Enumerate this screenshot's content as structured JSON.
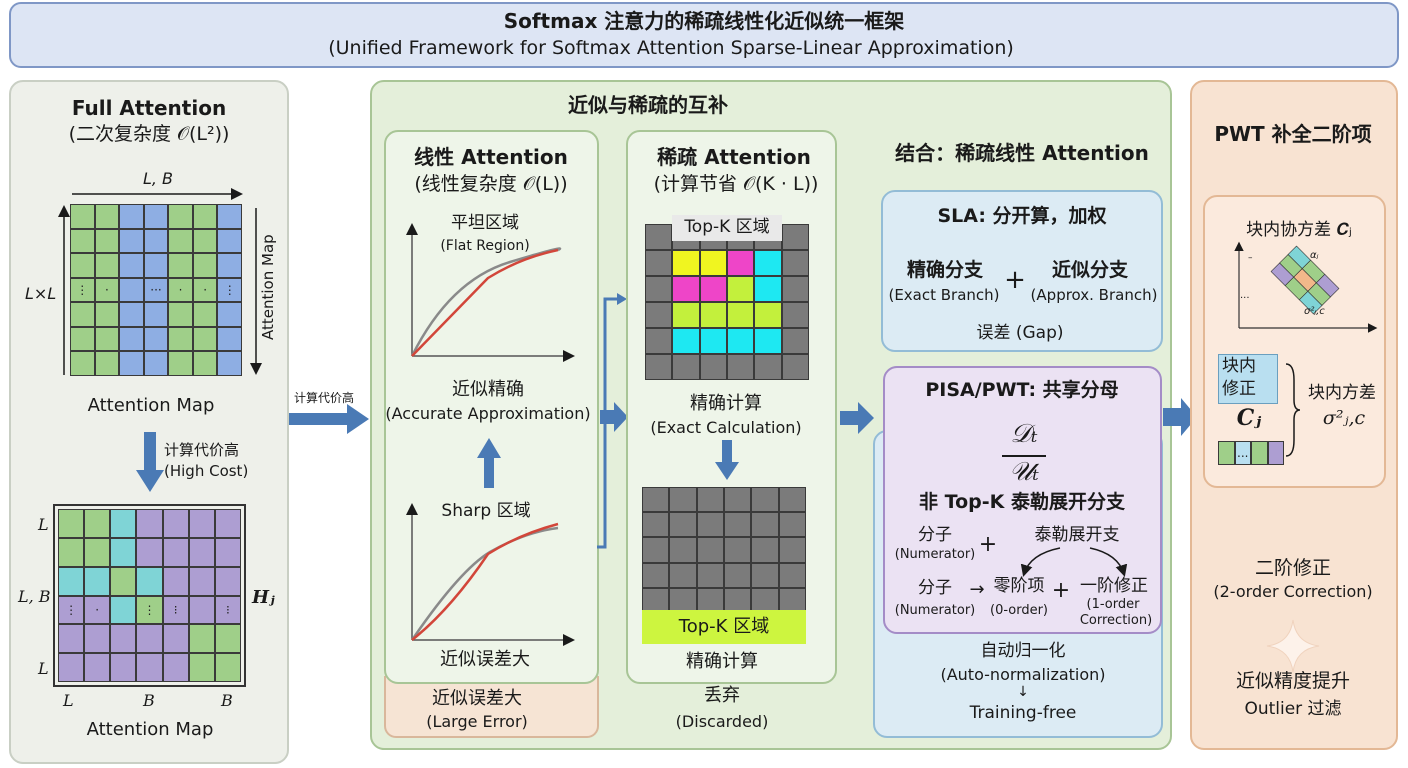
{
  "banner": {
    "title": "Softmax 注意力的稀疏线性化近似统一框架",
    "subtitle": "(Unified Framework for Softmax Attention Sparse-Linear Approximation)"
  },
  "full": {
    "title": "Full Attention",
    "complexity": "(二次复杂度 𝒪(L²))",
    "axis_top": "L, B",
    "axis_left": "L×L",
    "axis_right": "Attention Map",
    "map_label": "Attention Map",
    "arrow_zh": "计算代价高",
    "arrow_en": "(High Cost)",
    "block_rows": [
      "L",
      "L, B",
      "L"
    ],
    "block_cols": [
      "L",
      "B",
      "B"
    ],
    "block_label": "Hⱼ",
    "map2_label": "Attention Map",
    "dots": [
      "⋮",
      "·",
      "···",
      "·",
      "·",
      "⋮"
    ],
    "dots2": [
      "⋮",
      "·",
      "⋮",
      "⁝",
      "⁝"
    ]
  },
  "connector": {
    "label": "计算代价高"
  },
  "mid": {
    "title": "近似与稀疏的互补",
    "linear": {
      "title": "线性 Attention",
      "complexity": "(线性复杂度 𝒪(L))",
      "flat_zh": "平坦区域",
      "flat_en": "(Flat Region)",
      "approx_zh": "近似精确",
      "approx_en": "(Accurate Approximation)",
      "sharp_zh": "Sharp 区域",
      "err_zh": "近似误差大",
      "err_box_zh": "近似误差大",
      "err_box_en": "(Large Error)"
    },
    "sparse": {
      "title": "稀疏 Attention",
      "complexity": "(计算节省 𝒪(K · L))",
      "topk_top": "Top-K 区域",
      "exact_zh": "精确计算",
      "exact_en": "(Exact Calculation)",
      "topk_bottom": "Top-K 区域",
      "exact2_zh": "精确计算",
      "discard_zh": "丢弃",
      "discard_en": "(Discarded)"
    },
    "combo_title": "结合：稀疏线性 Attention"
  },
  "sla": {
    "title": "SLA: 分开算，加权",
    "exact_zh": "精确分支",
    "exact_en": "(Exact Branch)",
    "plus": "+",
    "approx_zh": "近似分支",
    "approx_en": "(Approx. Branch)",
    "gap": "误差 (Gap)"
  },
  "pisa": {
    "title": "PISA/PWT: 共享分母",
    "frac_num": "𝒟ₜ",
    "frac_den": "𝒰ₜ",
    "nontopk": "非 Top-K 泰勒展开分支",
    "num_zh": "分子",
    "num_en": "(Numerator)",
    "plus1": "+",
    "taylor": "泰勒展开支",
    "num2_zh": "分子",
    "num2_en": "(Numerator)",
    "arrow": "→",
    "zero_zh": "零阶项",
    "zero_en": "(0-order)",
    "plus2": "+",
    "first_zh": "一阶修正",
    "first_en1": "(1-order",
    "first_en2": "Correction)",
    "auto_zh": "自动归一化",
    "auto_en": "(Auto-normalization)",
    "arrow_down": "↓",
    "training_free": "Training-free"
  },
  "pwt": {
    "title": "PWT 补全二阶项",
    "cov": "块内协方差 𝑪ⱼ",
    "alpha": "αⱼ",
    "sigma_small": "σ²ⱼ,c",
    "dash": "...",
    "tick": "–",
    "corr_zh1": "块内",
    "corr_zh2": "修正",
    "cj": "𝑪ⱼ",
    "var_zh": "块内方差",
    "var_sym": "σ²ⱼ,c",
    "mini_dots": "...",
    "second_zh": "二阶修正",
    "second_en": "(2-order Correction)",
    "improve_zh": "近似精度提升",
    "outlier": "Outlier 过滤"
  },
  "colors": {
    "arrow": "#4a7ab5",
    "green": "#9fcf89",
    "blue": "#8eaee3",
    "purple": "#ad9ed2",
    "red_curve": "#d2463a",
    "gray_curve": "#8a8a8a"
  }
}
